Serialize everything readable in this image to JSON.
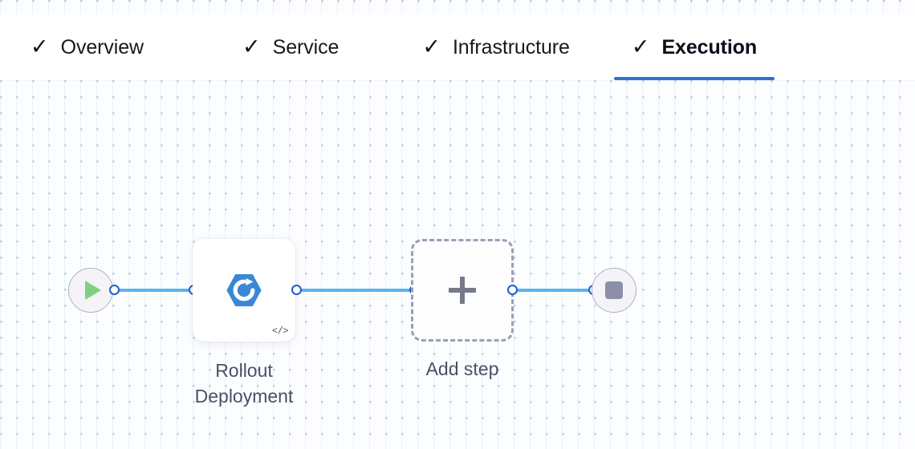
{
  "tabs": [
    {
      "label": "Overview",
      "icon": "check-icon",
      "complete": true,
      "active": false
    },
    {
      "label": "Service",
      "icon": "check-icon",
      "complete": true,
      "active": false
    },
    {
      "label": "Infrastructure",
      "icon": "check-icon",
      "complete": true,
      "active": false
    },
    {
      "label": "Execution",
      "icon": "check-icon",
      "complete": true,
      "active": true
    }
  ],
  "tab_check_glyph": "✓",
  "colors": {
    "active_underline": "#2d72d2",
    "connector": "#5bb3f0",
    "port_border": "#1f62c8",
    "play_triangle": "#7ed182",
    "stop_square": "#8d8fa6",
    "step_icon": "#3a87d8",
    "label_text": "#4b5066",
    "canvas_dot": "#b6bfcc",
    "canvas_line": "#d6e8f6"
  },
  "pipeline": {
    "start_node": {
      "name": "start-node",
      "icon": "play-icon"
    },
    "end_node": {
      "name": "end-node",
      "icon": "stop-icon"
    },
    "steps": [
      {
        "id": "rollout-deployment",
        "label": "Rollout\nDeployment",
        "icon": "rollout-deployment-icon",
        "badge": "</>",
        "badge_name": "code-icon",
        "type": "step"
      },
      {
        "id": "add-step",
        "label": "Add step",
        "icon": "plus-icon",
        "type": "add-placeholder"
      }
    ]
  }
}
